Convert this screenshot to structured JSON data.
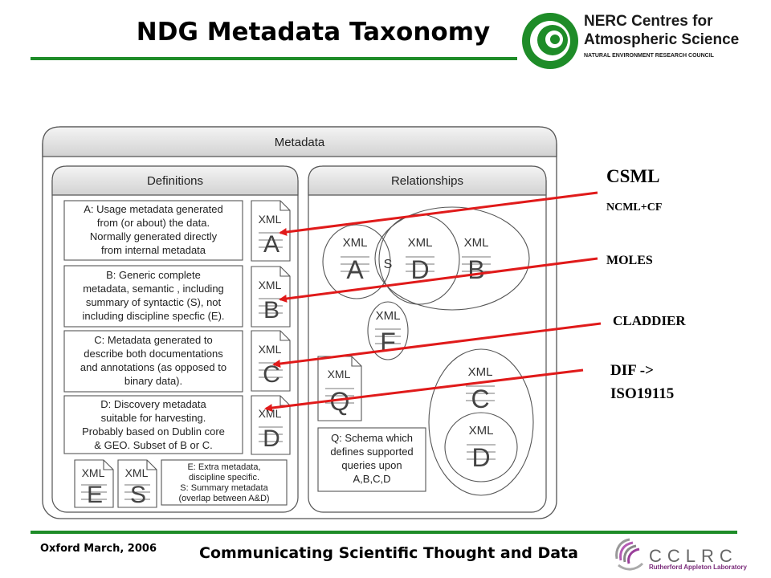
{
  "slide": {
    "title": "NDG Metadata Taxonomy",
    "footer_left": "Oxford March, 2006",
    "footer_center": "Communicating Scientific Thought and Data"
  },
  "logos": {
    "nerc_line1": "NERC Centres for",
    "nerc_line2": "Atmospheric Science",
    "nerc_line3": "NATURAL ENVIRONMENT RESEARCH COUNCIL",
    "cclrc_name": "CCLRC",
    "cclrc_sub": "Rutherford Appleton Laboratory"
  },
  "diagram": {
    "outer_title": "Metadata",
    "definitions_title": "Definitions",
    "relationships_title": "Relationships",
    "xml": "XML",
    "definitions": [
      {
        "letter": "A",
        "lines": [
          "A:  Usage metadata generated",
          "from (or about) the data.",
          "Normally generated directly",
          "from internal metadata"
        ]
      },
      {
        "letter": "B",
        "lines": [
          "B:  Generic complete",
          "metadata, semantic , including",
          "summary of syntactic (S), not",
          "including discipline specfic (E)."
        ]
      },
      {
        "letter": "C",
        "lines": [
          "C: Metadata generated to",
          "describe both documentations",
          "and annotations (as opposed to",
          "binary data)."
        ]
      },
      {
        "letter": "D",
        "lines": [
          "D:  Discovery metadata",
          "suitable for harvesting.",
          "Probably based on Dublin core",
          "& GEO. Subset of B or C."
        ]
      }
    ],
    "es_note": [
      "E: Extra metadata,",
      "discipline specific.",
      "S: Summary metadata",
      "(overlap between A&D)"
    ],
    "q_note": [
      "Q: Schema which",
      "defines supported",
      "queries upon",
      "A,B,C,D"
    ],
    "venn_s": "S",
    "rel_letters": {
      "A": "A",
      "D": "D",
      "B": "B",
      "F": "F",
      "Q": "Q",
      "C": "C",
      "D2": "D",
      "E": "E",
      "S": "S"
    }
  },
  "right_labels": {
    "csml": "CSML",
    "ncml": "NCML+CF",
    "moles": "MOLES",
    "claddier": "CLADDIER",
    "dif_line1": "DIF ->",
    "dif_line2": "ISO19115"
  },
  "colors": {
    "accent_green": "#1e8c28",
    "arrow_red": "#e01a1a"
  }
}
